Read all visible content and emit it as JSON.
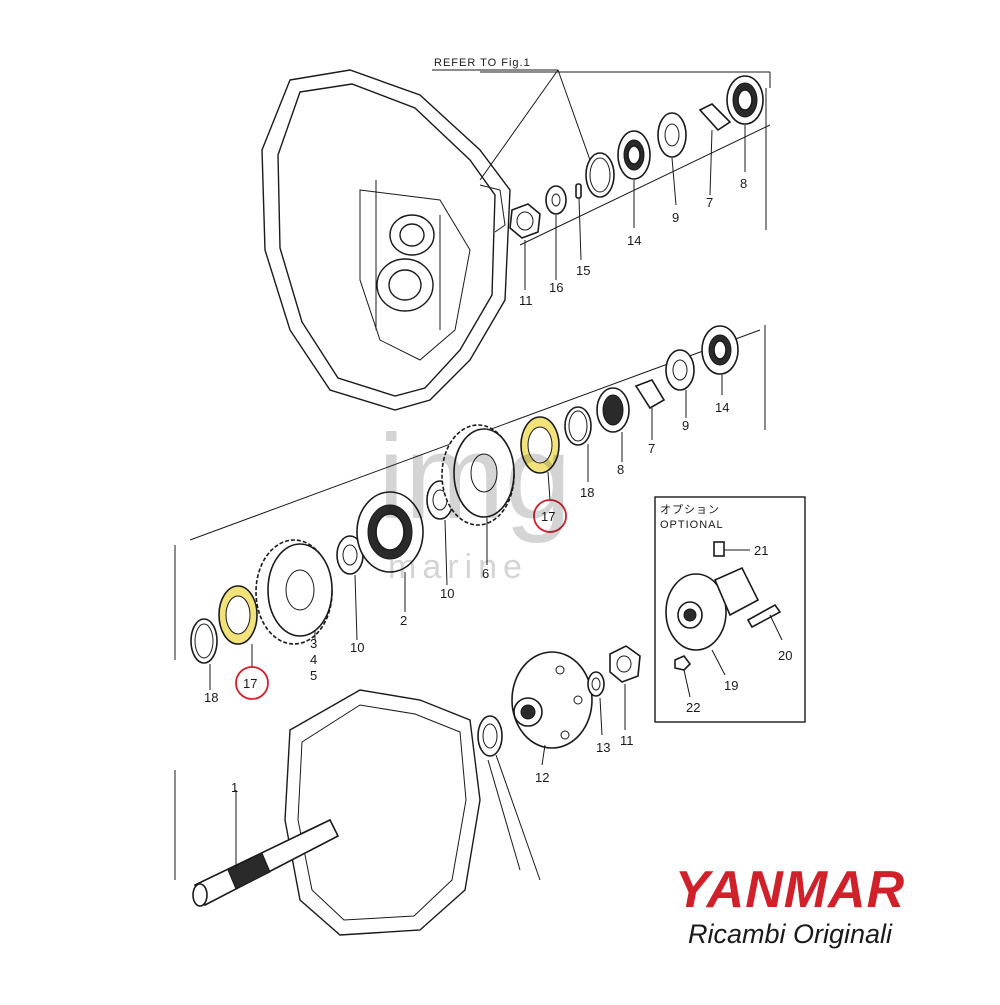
{
  "diagram": {
    "reference_note": "REFER TO Fig.1",
    "optional_jp": "オプション",
    "optional_en": "OPTIONAL",
    "callouts": {
      "c1": "1",
      "c2": "2",
      "c3": "3",
      "c4": "4",
      "c5": "5",
      "c6": "6",
      "c7a": "7",
      "c7b": "7",
      "c8a": "8",
      "c8b": "8",
      "c9a": "9",
      "c9b": "9",
      "c10a": "10",
      "c10b": "10",
      "c11a": "11",
      "c11b": "11",
      "c12": "12",
      "c13": "13",
      "c14a": "14",
      "c14b": "14",
      "c15": "15",
      "c16": "16",
      "c17a": "17",
      "c17b": "17",
      "c18a": "18",
      "c18b": "18",
      "c19": "19",
      "c20": "20",
      "c21": "21",
      "c22": "22"
    },
    "highlight_color": "#f2e27a",
    "circle_color": "#d0202a"
  },
  "watermark": {
    "text": "img",
    "subtext": "marine"
  },
  "brand": {
    "name": "YANMAR",
    "tagline": "Ricambi Originali",
    "color": "#d0202a"
  }
}
